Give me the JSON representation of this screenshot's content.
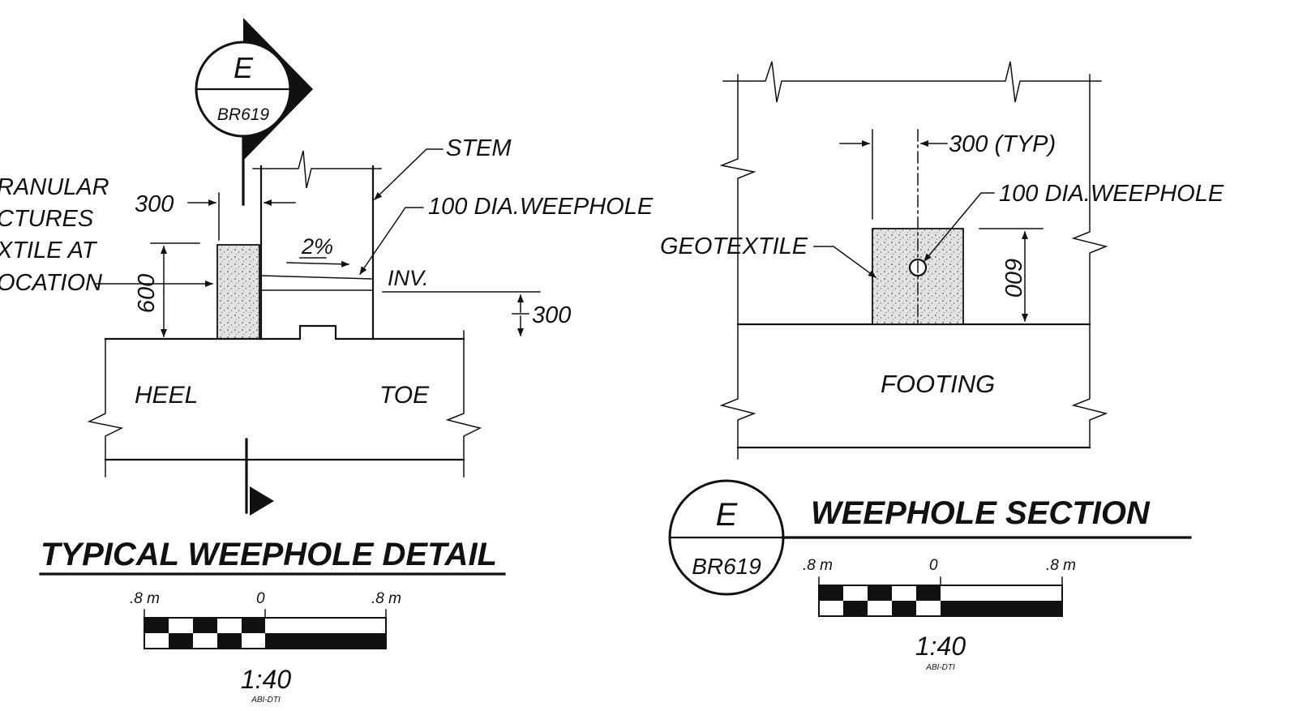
{
  "left_detail": {
    "callout": {
      "letter": "E",
      "sheet": "BR619"
    },
    "note_lines": [
      "RANULAR",
      "CTURES",
      "XTILE AT",
      "OCATION"
    ],
    "stem_label": "STEM",
    "weephole_label": "100 DIA.WEEPHOLE",
    "dim_300_top": "300",
    "dim_600": "600",
    "slope_label": "2%",
    "inv_label": "INV.",
    "dim_300_right": "300",
    "heel_label": "HEEL",
    "toe_label": "TOE",
    "title": "TYPICAL WEEPHOLE DETAIL",
    "scale": {
      "left": ".8 m",
      "zero": "0",
      "right": ".8 m",
      "ratio": "1:40",
      "ref": "ABI-DTI"
    }
  },
  "right_section": {
    "dim_spacing": "300 (TYP)",
    "weephole_label": "100 DIA.WEEPHOLE",
    "geotextile_label": "GEOTEXTILE",
    "dim_600": "600",
    "footing_label": "FOOTING",
    "callout": {
      "letter": "E",
      "sheet": "BR619"
    },
    "title": "WEEPHOLE SECTION",
    "scale": {
      "left": ".8 m",
      "zero": "0",
      "right": ".8 m",
      "ratio": "1:40",
      "ref": "ABI-DTI"
    }
  },
  "colors": {
    "ink": "#111111",
    "paper": "#ffffff",
    "gravel": "#d9d9d9"
  }
}
